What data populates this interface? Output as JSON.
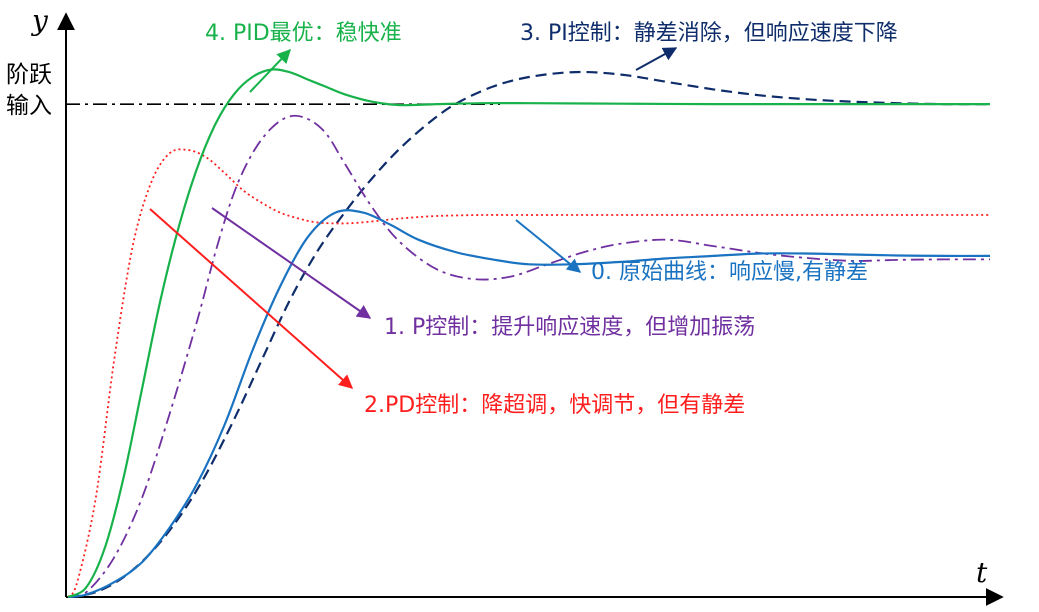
{
  "chart_data": {
    "type": "line",
    "title": "",
    "xlabel": "t",
    "ylabel": "y",
    "reference_label_line1": "阶跃",
    "reference_label_line2": "输入",
    "reference_value": 1.0,
    "xlim": [
      0,
      10
    ],
    "ylim": [
      0,
      1.12
    ],
    "grid": false,
    "legend": "none",
    "series": [
      {
        "key": "s0",
        "label": "0. 原始曲线：响应慢,有静差",
        "color": "#1a73c1",
        "dash": "solid",
        "x": [
          0,
          0.2,
          0.5,
          0.8,
          1.1,
          1.4,
          1.7,
          2.0,
          2.3,
          2.6,
          2.9,
          3.2,
          3.5,
          3.8,
          4.2,
          4.6,
          5.0,
          5.5,
          6.0,
          6.5,
          7.0,
          7.5,
          8.0,
          8.5,
          9.0,
          9.5,
          10.0
        ],
        "y": [
          0,
          0.005,
          0.03,
          0.07,
          0.14,
          0.23,
          0.35,
          0.5,
          0.63,
          0.73,
          0.78,
          0.78,
          0.755,
          0.725,
          0.7,
          0.685,
          0.675,
          0.675,
          0.68,
          0.687,
          0.692,
          0.697,
          0.697,
          0.695,
          0.693,
          0.692,
          0.692
        ]
      },
      {
        "key": "s1",
        "label": "1. P控制：提升响应速度，但增加振荡",
        "color": "#7030a0",
        "dash": "dashdot",
        "x": [
          0,
          0.2,
          0.5,
          0.8,
          1.1,
          1.4,
          1.6,
          1.8,
          2.0,
          2.2,
          2.4,
          2.6,
          2.8,
          3.0,
          3.3,
          3.6,
          4.0,
          4.4,
          4.8,
          5.2,
          5.6,
          6.0,
          6.5,
          7.0,
          7.5,
          8.0,
          8.5,
          9.0,
          9.5,
          10.0
        ],
        "y": [
          0,
          0.01,
          0.08,
          0.2,
          0.37,
          0.56,
          0.7,
          0.82,
          0.9,
          0.95,
          0.975,
          0.97,
          0.94,
          0.88,
          0.79,
          0.72,
          0.665,
          0.645,
          0.65,
          0.675,
          0.7,
          0.717,
          0.725,
          0.712,
          0.698,
          0.688,
          0.682,
          0.684,
          0.685,
          0.685
        ]
      },
      {
        "key": "s2",
        "label": "2.PD控制：降超调，快调节，但有静差",
        "color": "#ff1e1e",
        "dash": "dotted",
        "x": [
          0,
          0.1,
          0.3,
          0.5,
          0.7,
          0.9,
          1.1,
          1.3,
          1.5,
          1.7,
          1.9,
          2.1,
          2.3,
          2.5,
          2.7,
          3.0,
          3.3,
          3.6,
          4.0,
          4.5,
          5.0,
          6.0,
          7.0,
          8.0,
          9.0,
          10.0
        ],
        "y": [
          0,
          0.03,
          0.2,
          0.48,
          0.71,
          0.84,
          0.9,
          0.907,
          0.892,
          0.86,
          0.825,
          0.8,
          0.78,
          0.768,
          0.76,
          0.758,
          0.762,
          0.768,
          0.773,
          0.775,
          0.775,
          0.775,
          0.775,
          0.775,
          0.775,
          0.775
        ]
      },
      {
        "key": "s3",
        "label": "3. PI控制：静差消除，但响应速度下降",
        "color": "#0f2d6b",
        "dash": "dashed",
        "x": [
          0,
          0.3,
          0.6,
          0.9,
          1.2,
          1.5,
          1.8,
          2.1,
          2.4,
          2.7,
          3.0,
          3.3,
          3.6,
          3.9,
          4.2,
          4.6,
          5.0,
          5.5,
          6.0,
          6.5,
          7.0,
          7.5,
          8.0,
          8.5,
          9.0,
          9.5,
          10.0
        ],
        "y": [
          0,
          0.01,
          0.04,
          0.09,
          0.16,
          0.25,
          0.36,
          0.48,
          0.6,
          0.7,
          0.78,
          0.85,
          0.91,
          0.96,
          1.0,
          1.035,
          1.055,
          1.065,
          1.06,
          1.045,
          1.03,
          1.018,
          1.01,
          1.005,
          1.002,
          1.0,
          1.0
        ]
      },
      {
        "key": "s4",
        "label": "4. PID最优：稳快准",
        "color": "#18b24a",
        "dash": "solid",
        "x": [
          0,
          0.2,
          0.4,
          0.6,
          0.8,
          1.0,
          1.2,
          1.4,
          1.6,
          1.8,
          2.0,
          2.2,
          2.4,
          2.6,
          2.8,
          3.0,
          3.3,
          3.6,
          4.0,
          4.5,
          5.0,
          6.0,
          7.0,
          8.0,
          9.0,
          10.0
        ],
        "y": [
          0,
          0.02,
          0.1,
          0.24,
          0.42,
          0.6,
          0.75,
          0.87,
          0.96,
          1.02,
          1.055,
          1.07,
          1.065,
          1.05,
          1.035,
          1.02,
          1.005,
          0.998,
          1.0,
          1.002,
          1.002,
          1.001,
          1.0,
          1.0,
          1.0,
          1.0
        ]
      }
    ]
  }
}
